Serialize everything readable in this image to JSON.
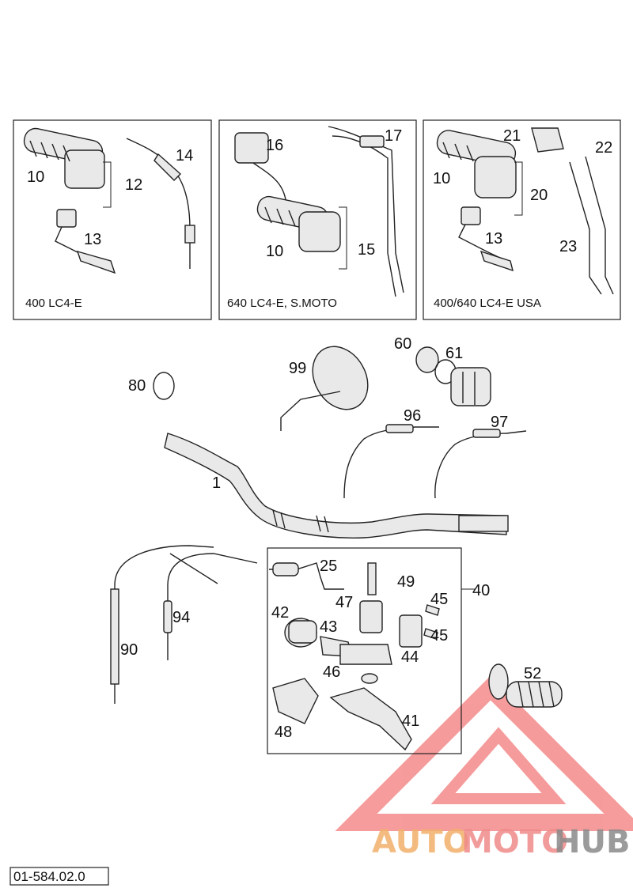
{
  "panels": [
    {
      "caption": "400 LC4-E"
    },
    {
      "caption": "640 LC4-E, S.MOTO"
    },
    {
      "caption": "400/640 LC4-E USA"
    }
  ],
  "callouts": {
    "p1_10": "10",
    "p1_12": "12",
    "p1_13": "13",
    "p1_14": "14",
    "p2_16": "16",
    "p2_17": "17",
    "p2_10": "10",
    "p2_15": "15",
    "p3_21": "21",
    "p3_22": "22",
    "p3_10": "10",
    "p3_20": "20",
    "p3_13": "13",
    "p3_23": "23",
    "c80": "80",
    "c99": "99",
    "c60": "60",
    "c61": "61",
    "c96": "96",
    "c97": "97",
    "c1": "1",
    "c25": "25",
    "c49": "49",
    "c40": "40",
    "c47": "47",
    "c45a": "45",
    "c42": "42",
    "c43": "43",
    "c45b": "45",
    "c44": "44",
    "c46": "46",
    "c48": "48",
    "c41": "41",
    "c52": "52",
    "c94": "94",
    "c90": "90"
  },
  "reference_number": "01-584.02.0",
  "watermark": {
    "part1": "AUTO",
    "part2": "MOTO",
    "part3": "HUB"
  },
  "colors": {
    "watermark_red": "#ee4a4a",
    "watermark_orange": "#f2b06a",
    "watermark_gray": "#8a8a8a"
  }
}
